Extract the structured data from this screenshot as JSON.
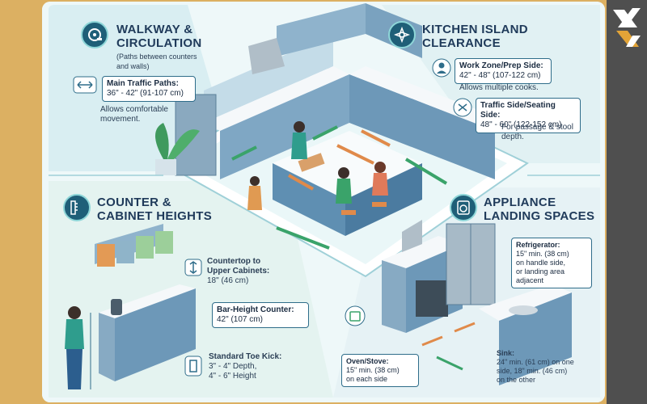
{
  "sections": {
    "walkway": {
      "title_line1": "WALKWAY &",
      "title_line2": "CIRCULATION",
      "subtitle_line1": "(Paths between counters",
      "subtitle_line2": "and walls)",
      "box_title": "Main Traffic Paths:",
      "box_value": "36\" - 42\" (91-107 cm)",
      "note_line1": "Allows comfortable",
      "note_line2": "movement."
    },
    "island": {
      "title_line1": "KITCHEN ISLAND",
      "title_line2": "CLEARANCE",
      "work_title": "Work Zone/Prep Side:",
      "work_value": "42\" - 48\" (107-122 cm)",
      "work_note": "Allows multiple cooks.",
      "traffic_title": "Traffic Side/Seating Side:",
      "traffic_value": "48\" - 60\" (122-152 cm)",
      "traffic_note_line1": "For passage & stool",
      "traffic_note_line2": "depth."
    },
    "counter": {
      "title_line1": "COUNTER &",
      "title_line2": "CABINET HEIGHTS",
      "upper_line1": "Countertop to",
      "upper_line2": "Upper Cabinets:",
      "upper_line3": "18\" (46 cm)",
      "bar_line1": "Bar-Height Counter:",
      "bar_line2": "42\" (107 cm)",
      "toe_line1": "Standard Toe Kick:",
      "toe_line2": "3\" - 4\" Depth,",
      "toe_line3": "4\" - 6\" Height"
    },
    "appliance": {
      "title_line1": "APPLIANCE",
      "title_line2": "LANDING SPACES",
      "fridge_line1": "Refrigerator:",
      "fridge_line2": "15\" min. (38 cm)",
      "fridge_line3": "on handle side,",
      "fridge_line4": "or landing area",
      "fridge_line5": "adjacent",
      "oven_line1": "Oven/Stove:",
      "oven_line2": "15\" min. (38 cm)",
      "oven_line3": "on each side",
      "sink_line1": "Sink:",
      "sink_line2": "24\" min. (61 cm) on one",
      "sink_line3": "side, 18\" min. (46 cm)",
      "sink_line4": "on the other"
    }
  },
  "colors": {
    "navy": "#1f3a5a",
    "teal": "#1f5f78",
    "accent_green": "#3aa36a",
    "accent_orange": "#e08a4a",
    "left_band": "#dcb062",
    "right_band": "#4f4f4f"
  },
  "icons": [
    "tape-measure-icon",
    "compass-icon",
    "ruler-icon",
    "washing-machine-icon",
    "logo-mark-icon"
  ]
}
